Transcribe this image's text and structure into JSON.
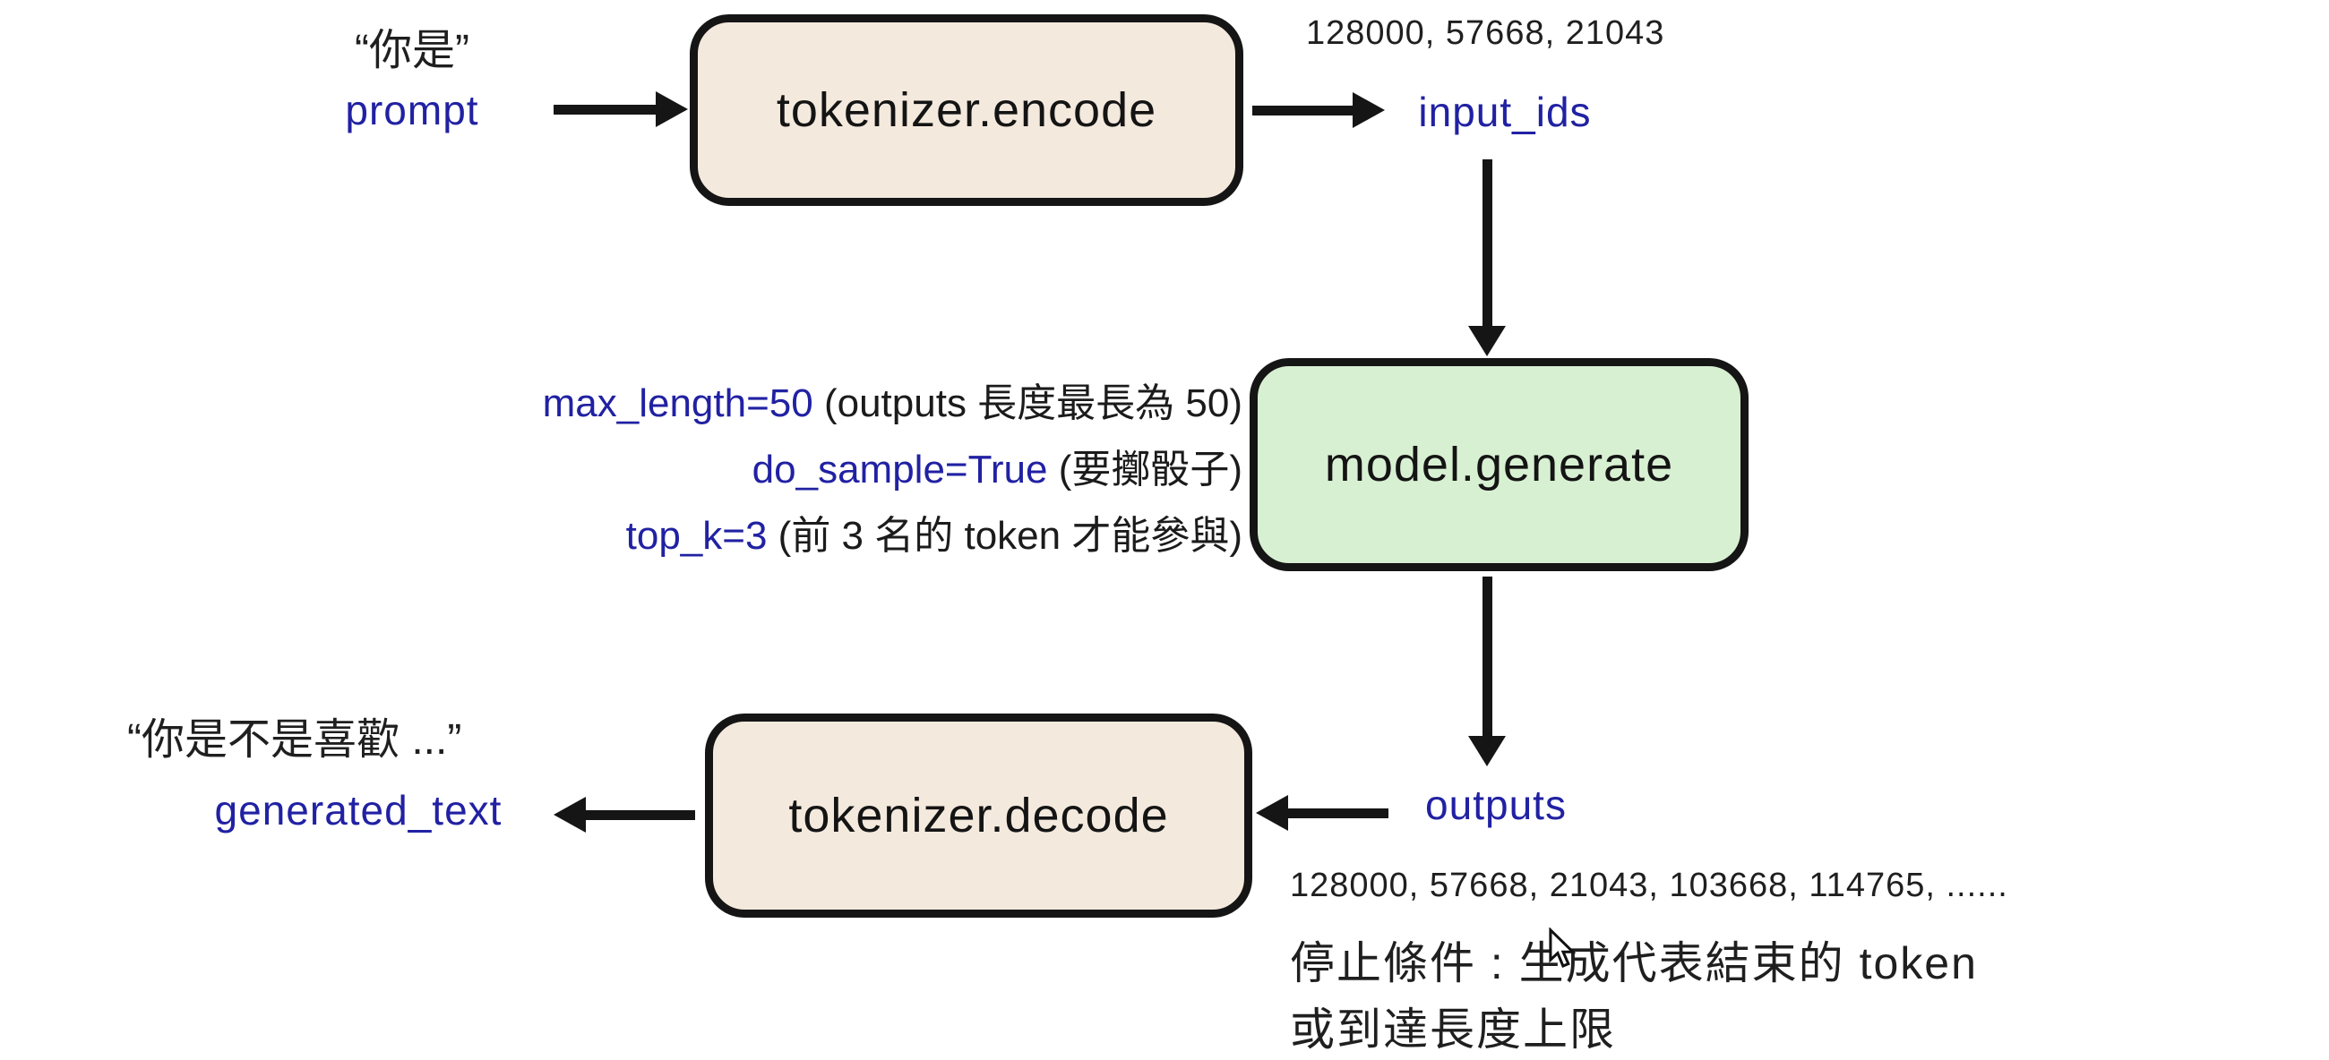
{
  "colors": {
    "accent_blue": "#2121a3",
    "box_beige": "#f4e9dd",
    "box_green": "#d8f0d2",
    "ink": "#151515",
    "background": "#ffffff"
  },
  "top": {
    "prompt_quote": "“你是”",
    "prompt_label": "prompt",
    "encode_label": "tokenizer.encode",
    "input_ids_values": "128000, 57668, 21043",
    "input_ids_label": "input_ids"
  },
  "params": [
    {
      "code": "max_length=50",
      "note": " (outputs 長度最長為 50)"
    },
    {
      "code": "do_sample=True",
      "note": " (要擲骰子)"
    },
    {
      "code": "top_k=3",
      "note": " (前 3 名的 token 才能參與)"
    }
  ],
  "middle": {
    "generate_label": "model.generate"
  },
  "bottom": {
    "outputs_label": "outputs",
    "outputs_values": "128000, 57668, 21043, 103668, 114765, ......",
    "decode_label": "tokenizer.decode",
    "generated_text_label": "generated_text",
    "generated_quote": "“你是不是喜歡 ...”",
    "stop_line1": "停止條件 : 生成代表結束的 token",
    "stop_line2": "或到達長度上限"
  }
}
